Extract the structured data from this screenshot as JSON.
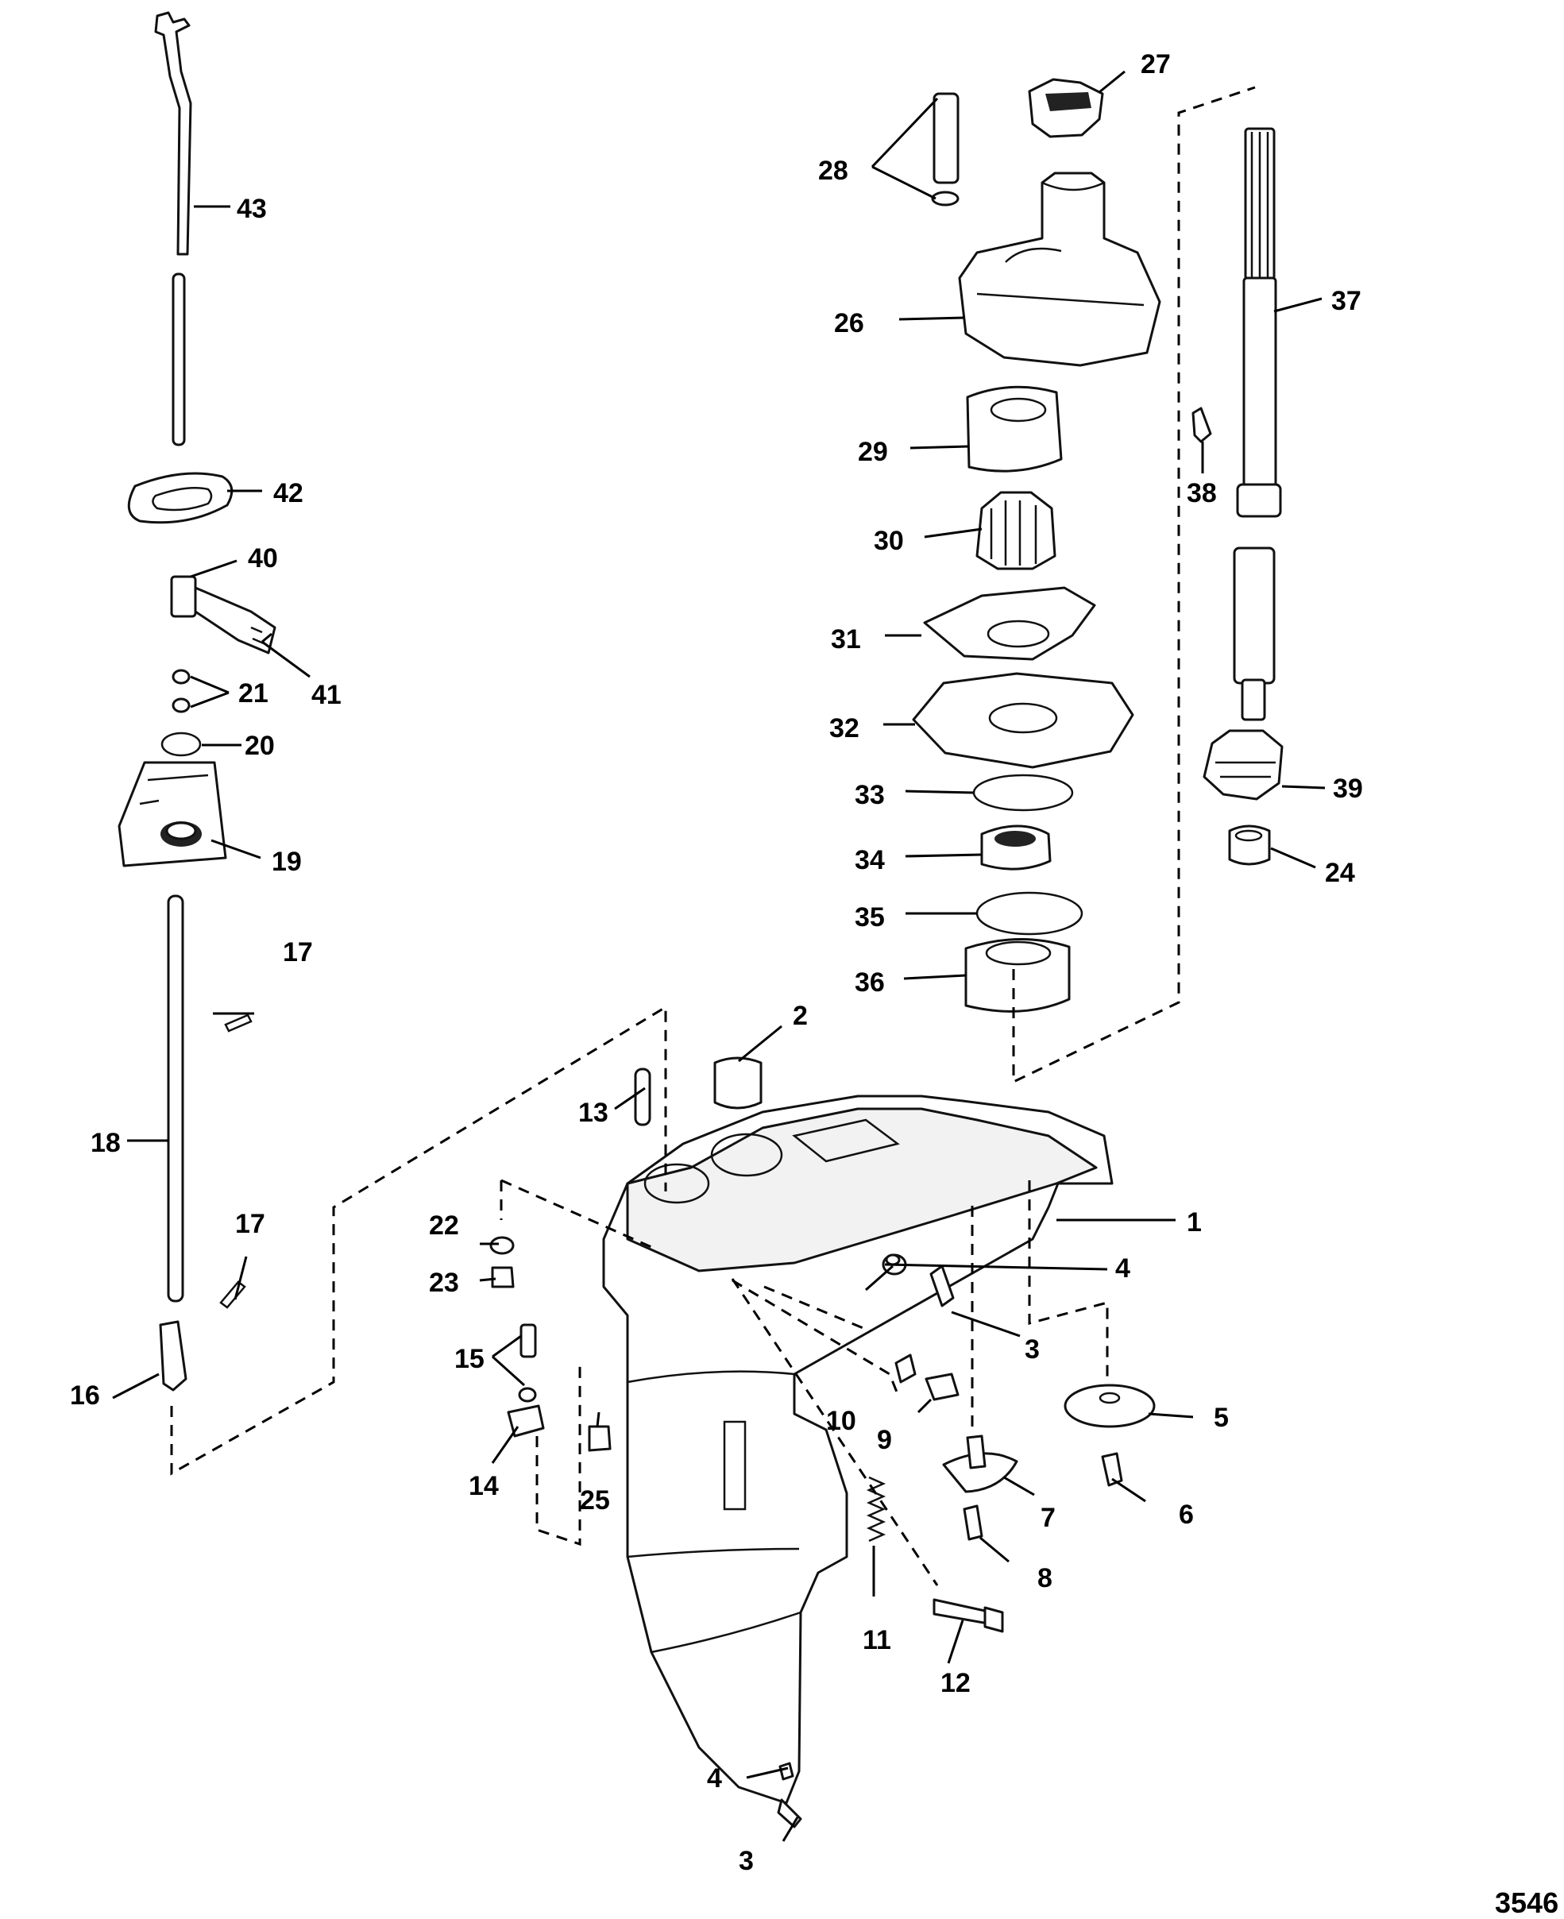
{
  "diagram": {
    "reference_number": "3546",
    "callouts": {
      "c1": "1",
      "c2": "2",
      "c3a": "3",
      "c3b": "3",
      "c4a": "4",
      "c4b": "4",
      "c5": "5",
      "c6": "6",
      "c7": "7",
      "c8": "8",
      "c9": "9",
      "c10": "10",
      "c11": "11",
      "c12": "12",
      "c13": "13",
      "c14": "14",
      "c15": "15",
      "c16": "16",
      "c17a": "17",
      "c17b": "17",
      "c18": "18",
      "c19": "19",
      "c20": "20",
      "c21": "21",
      "c22": "22",
      "c23": "23",
      "c24": "24",
      "c25": "25",
      "c26": "26",
      "c27": "27",
      "c28": "28",
      "c29": "29",
      "c30": "30",
      "c31": "31",
      "c32": "32",
      "c33": "33",
      "c34": "34",
      "c35": "35",
      "c36": "36",
      "c37": "37",
      "c38": "38",
      "c39": "39",
      "c40": "40",
      "c41": "41",
      "c42": "42",
      "c43": "43"
    }
  }
}
